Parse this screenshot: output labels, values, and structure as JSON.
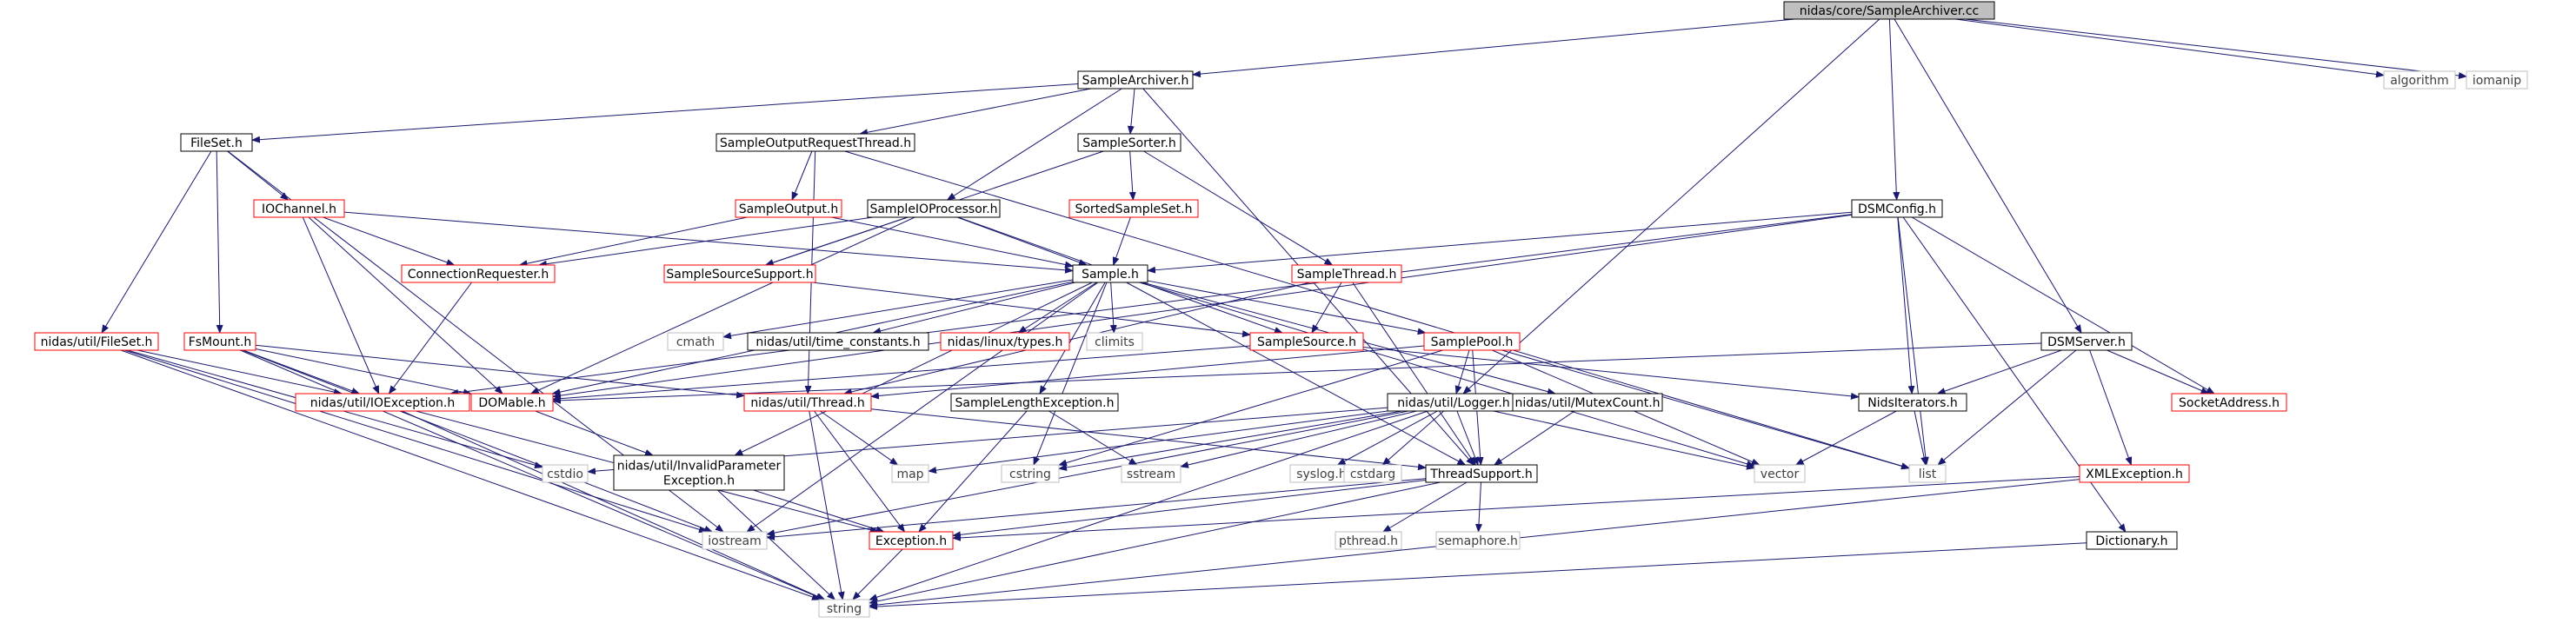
{
  "diagram": {
    "nodes": [
      {
        "id": "root",
        "label": "nidas/core/SampleArchiver.cc",
        "style": "root"
      },
      {
        "id": "archiver_h",
        "label": "SampleArchiver.h",
        "style": "normal"
      },
      {
        "id": "algorithm",
        "label": "algorithm",
        "style": "gray"
      },
      {
        "id": "iomanip",
        "label": "iomanip",
        "style": "gray"
      },
      {
        "id": "fileset_h",
        "label": "FileSet.h",
        "style": "normal"
      },
      {
        "id": "sorter_h",
        "label": "SampleSorter.h",
        "style": "normal"
      },
      {
        "id": "outreq_h",
        "label": "SampleOutputRequestThread.h",
        "style": "normal"
      },
      {
        "id": "ioproc_h",
        "label": "SampleIOProcessor.h",
        "style": "normal"
      },
      {
        "id": "output_h",
        "label": "SampleOutput.h",
        "style": "red"
      },
      {
        "id": "sortedset_h",
        "label": "SortedSampleSet.h",
        "style": "red"
      },
      {
        "id": "ichannel_h",
        "label": "IOChannel.h",
        "style": "red"
      },
      {
        "id": "dsmconfig_h",
        "label": "DSMConfig.h",
        "style": "normal"
      },
      {
        "id": "sthread_h",
        "label": "SampleThread.h",
        "style": "red"
      },
      {
        "id": "connreq_h",
        "label": "ConnectionRequester.h",
        "style": "red"
      },
      {
        "id": "srcsupport_h",
        "label": "SampleSourceSupport.h",
        "style": "red"
      },
      {
        "id": "sample_h",
        "label": "Sample.h",
        "style": "normal"
      },
      {
        "id": "util_fileset_h",
        "label": "nidas/util/FileSet.h",
        "style": "red"
      },
      {
        "id": "fsmount_h",
        "label": "FsMount.h",
        "style": "red"
      },
      {
        "id": "cmath",
        "label": "cmath",
        "style": "gray"
      },
      {
        "id": "timeconst_h",
        "label": "nidas/util/time_constants.h",
        "style": "normal"
      },
      {
        "id": "types_h",
        "label": "nidas/linux/types.h",
        "style": "red"
      },
      {
        "id": "climits",
        "label": "climits",
        "style": "gray"
      },
      {
        "id": "samplesource_h",
        "label": "SampleSource.h",
        "style": "red"
      },
      {
        "id": "samplepool_h",
        "label": "SamplePool.h",
        "style": "red"
      },
      {
        "id": "dsmserver_h",
        "label": "DSMServer.h",
        "style": "normal"
      },
      {
        "id": "ioexception_h",
        "label": "nidas/util/IOException.h",
        "style": "red"
      },
      {
        "id": "domable_h",
        "label": "DOMable.h",
        "style": "red"
      },
      {
        "id": "thread_h",
        "label": "nidas/util/Thread.h",
        "style": "red"
      },
      {
        "id": "lengthexc_h",
        "label": "SampleLengthException.h",
        "style": "normal"
      },
      {
        "id": "logger_h",
        "label": "nidas/util/Logger.h",
        "style": "normal"
      },
      {
        "id": "mutexcount_h",
        "label": "nidas/util/MutexCount.h",
        "style": "normal"
      },
      {
        "id": "nidsiter_h",
        "label": "NidsIterators.h",
        "style": "normal"
      },
      {
        "id": "socketaddr_h",
        "label": "SocketAddress.h",
        "style": "red"
      },
      {
        "id": "cstdio",
        "label": "cstdio",
        "style": "gray"
      },
      {
        "id": "invalidparam_h",
        "label": "nidas/util/InvalidParameter\nException.h",
        "style": "normal"
      },
      {
        "id": "map",
        "label": "map",
        "style": "gray"
      },
      {
        "id": "cstring",
        "label": "cstring",
        "style": "gray"
      },
      {
        "id": "sstream",
        "label": "sstream",
        "style": "gray"
      },
      {
        "id": "syslog_h",
        "label": "syslog.h",
        "style": "gray"
      },
      {
        "id": "cstdarg",
        "label": "cstdarg",
        "style": "gray"
      },
      {
        "id": "threadsupport_h",
        "label": "ThreadSupport.h",
        "style": "normal"
      },
      {
        "id": "vector",
        "label": "vector",
        "style": "gray"
      },
      {
        "id": "list",
        "label": "list",
        "style": "gray"
      },
      {
        "id": "xmlexception_h",
        "label": "XMLException.h",
        "style": "red"
      },
      {
        "id": "iostream",
        "label": "iostream",
        "style": "gray"
      },
      {
        "id": "exception_h",
        "label": "Exception.h",
        "style": "red"
      },
      {
        "id": "pthread_h",
        "label": "pthread.h",
        "style": "gray"
      },
      {
        "id": "semaphore_h",
        "label": "semaphore.h",
        "style": "gray"
      },
      {
        "id": "dictionary_h",
        "label": "Dictionary.h",
        "style": "normal"
      },
      {
        "id": "string",
        "label": "string",
        "style": "gray"
      }
    ],
    "edges": [
      [
        "root",
        "archiver_h"
      ],
      [
        "root",
        "algorithm"
      ],
      [
        "root",
        "iomanip"
      ],
      [
        "root",
        "dsmconfig_h"
      ],
      [
        "root",
        "dsmserver_h"
      ],
      [
        "root",
        "logger_h"
      ],
      [
        "archiver_h",
        "fileset_h"
      ],
      [
        "archiver_h",
        "sorter_h"
      ],
      [
        "archiver_h",
        "outreq_h"
      ],
      [
        "archiver_h",
        "ioproc_h"
      ],
      [
        "archiver_h",
        "threadsupport_h"
      ],
      [
        "fileset_h",
        "ichannel_h"
      ],
      [
        "fileset_h",
        "util_fileset_h"
      ],
      [
        "fileset_h",
        "fsmount_h"
      ],
      [
        "fileset_h",
        "iostream"
      ],
      [
        "sorter_h",
        "sortedset_h"
      ],
      [
        "sorter_h",
        "sthread_h"
      ],
      [
        "sorter_h",
        "srcsupport_h"
      ],
      [
        "outreq_h",
        "output_h"
      ],
      [
        "outreq_h",
        "thread_h"
      ],
      [
        "outreq_h",
        "list"
      ],
      [
        "ioproc_h",
        "sample_h"
      ],
      [
        "ioproc_h",
        "connreq_h"
      ],
      [
        "ioproc_h",
        "srcsupport_h"
      ],
      [
        "ioproc_h",
        "samplesource_h"
      ],
      [
        "ioproc_h",
        "domable_h"
      ],
      [
        "output_h",
        "sample_h"
      ],
      [
        "output_h",
        "connreq_h"
      ],
      [
        "sortedset_h",
        "sample_h"
      ],
      [
        "ichannel_h",
        "sample_h"
      ],
      [
        "ichannel_h",
        "connreq_h"
      ],
      [
        "ichannel_h",
        "ioexception_h"
      ],
      [
        "ichannel_h",
        "domable_h"
      ],
      [
        "dsmconfig_h",
        "sample_h"
      ],
      [
        "dsmconfig_h",
        "nidsiter_h"
      ],
      [
        "dsmconfig_h",
        "socketaddr_h"
      ],
      [
        "dsmconfig_h",
        "list"
      ],
      [
        "dsmconfig_h",
        "dictionary_h"
      ],
      [
        "dsmconfig_h",
        "domable_h"
      ],
      [
        "dsmconfig_h",
        "ioexception_h"
      ],
      [
        "sthread_h",
        "samplesource_h"
      ],
      [
        "sthread_h",
        "threadsupport_h"
      ],
      [
        "sthread_h",
        "thread_h"
      ],
      [
        "connreq_h",
        "ioexception_h"
      ],
      [
        "srcsupport_h",
        "samplesource_h"
      ],
      [
        "sample_h",
        "cmath"
      ],
      [
        "sample_h",
        "timeconst_h"
      ],
      [
        "sample_h",
        "types_h"
      ],
      [
        "sample_h",
        "climits"
      ],
      [
        "sample_h",
        "samplepool_h"
      ],
      [
        "sample_h",
        "lengthexc_h"
      ],
      [
        "sample_h",
        "cstring"
      ],
      [
        "sample_h",
        "domable_h"
      ],
      [
        "sample_h",
        "iostream"
      ],
      [
        "sample_h",
        "mutexcount_h"
      ],
      [
        "sample_h",
        "threadsupport_h"
      ],
      [
        "sample_h",
        "invalidparam_h"
      ],
      [
        "sample_h",
        "vector"
      ],
      [
        "util_fileset_h",
        "ioexception_h"
      ],
      [
        "util_fileset_h",
        "string"
      ],
      [
        "util_fileset_h",
        "cstdio"
      ],
      [
        "util_fileset_h",
        "iostream"
      ],
      [
        "fsmount_h",
        "ioexception_h"
      ],
      [
        "fsmount_h",
        "thread_h"
      ],
      [
        "fsmount_h",
        "domable_h"
      ],
      [
        "fsmount_h",
        "iostream"
      ],
      [
        "fsmount_h",
        "string"
      ],
      [
        "samplesource_h",
        "nidsiter_h"
      ],
      [
        "samplesource_h",
        "domable_h"
      ],
      [
        "samplepool_h",
        "logger_h"
      ],
      [
        "samplepool_h",
        "threadsupport_h"
      ],
      [
        "samplepool_h",
        "list"
      ],
      [
        "samplepool_h",
        "vector"
      ],
      [
        "samplepool_h",
        "cstring"
      ],
      [
        "samplepool_h",
        "thread_h"
      ],
      [
        "dsmserver_h",
        "nidsiter_h"
      ],
      [
        "dsmserver_h",
        "socketaddr_h"
      ],
      [
        "dsmserver_h",
        "xmlexception_h"
      ],
      [
        "dsmserver_h",
        "list"
      ],
      [
        "dsmserver_h",
        "domable_h"
      ],
      [
        "ioexception_h",
        "exception_h"
      ],
      [
        "ioexception_h",
        "string"
      ],
      [
        "domable_h",
        "invalidparam_h"
      ],
      [
        "thread_h",
        "exception_h"
      ],
      [
        "thread_h",
        "map"
      ],
      [
        "thread_h",
        "string"
      ],
      [
        "thread_h",
        "threadsupport_h"
      ],
      [
        "lengthexc_h",
        "exception_h"
      ],
      [
        "lengthexc_h",
        "sstream"
      ],
      [
        "logger_h",
        "threadsupport_h"
      ],
      [
        "logger_h",
        "cstdio"
      ],
      [
        "logger_h",
        "map"
      ],
      [
        "logger_h",
        "cstring"
      ],
      [
        "logger_h",
        "sstream"
      ],
      [
        "logger_h",
        "syslog_h"
      ],
      [
        "logger_h",
        "cstdarg"
      ],
      [
        "logger_h",
        "vector"
      ],
      [
        "logger_h",
        "iostream"
      ],
      [
        "logger_h",
        "string"
      ],
      [
        "mutexcount_h",
        "threadsupport_h"
      ],
      [
        "nidsiter_h",
        "list"
      ],
      [
        "nidsiter_h",
        "vector"
      ],
      [
        "invalidparam_h",
        "exception_h"
      ],
      [
        "invalidparam_h",
        "string"
      ],
      [
        "threadsupport_h",
        "pthread_h"
      ],
      [
        "threadsupport_h",
        "semaphore_h"
      ],
      [
        "threadsupport_h",
        "exception_h"
      ],
      [
        "threadsupport_h",
        "iostream"
      ],
      [
        "threadsupport_h",
        "string"
      ],
      [
        "xmlexception_h",
        "exception_h"
      ],
      [
        "xmlexception_h",
        "string"
      ],
      [
        "exception_h",
        "string"
      ],
      [
        "dictionary_h",
        "string"
      ]
    ],
    "colors": {
      "edge": "#191970",
      "border_normal": "#000000",
      "border_red": "#ff0000",
      "border_gray": "#bfbfbf",
      "root_fill": "#bfbfbf",
      "text": "#000000",
      "text_gray": "#404040"
    }
  }
}
